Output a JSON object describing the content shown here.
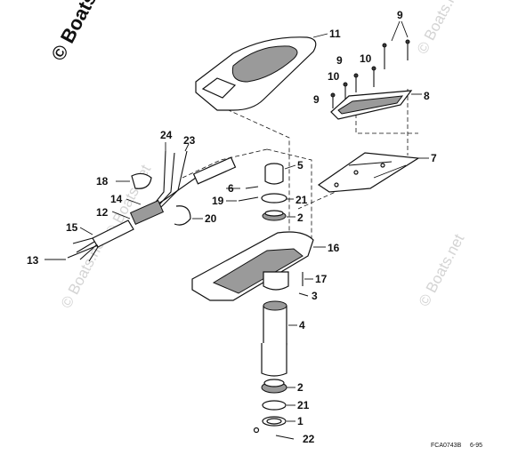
{
  "watermark": {
    "main": "© Boats",
    "tile": "© Boats.net"
  },
  "footer": {
    "drawing_code": "FCA0743B",
    "date_code": "6-95"
  },
  "callouts": {
    "c1": "1",
    "c2a": "2",
    "c2b": "2",
    "c3": "3",
    "c4": "4",
    "c5": "5",
    "c6": "6",
    "c7": "7",
    "c8": "8",
    "c9a": "9",
    "c9b": "9",
    "c9c": "9",
    "c10a": "10",
    "c10b": "10",
    "c11": "11",
    "c12": "12",
    "c13": "13",
    "c14": "14",
    "c15": "15",
    "c16": "16",
    "c17": "17",
    "c18": "18",
    "c19": "19",
    "c20": "20",
    "c21a": "21",
    "c21b": "21",
    "c22": "22",
    "c23": "23",
    "c24": "24"
  }
}
